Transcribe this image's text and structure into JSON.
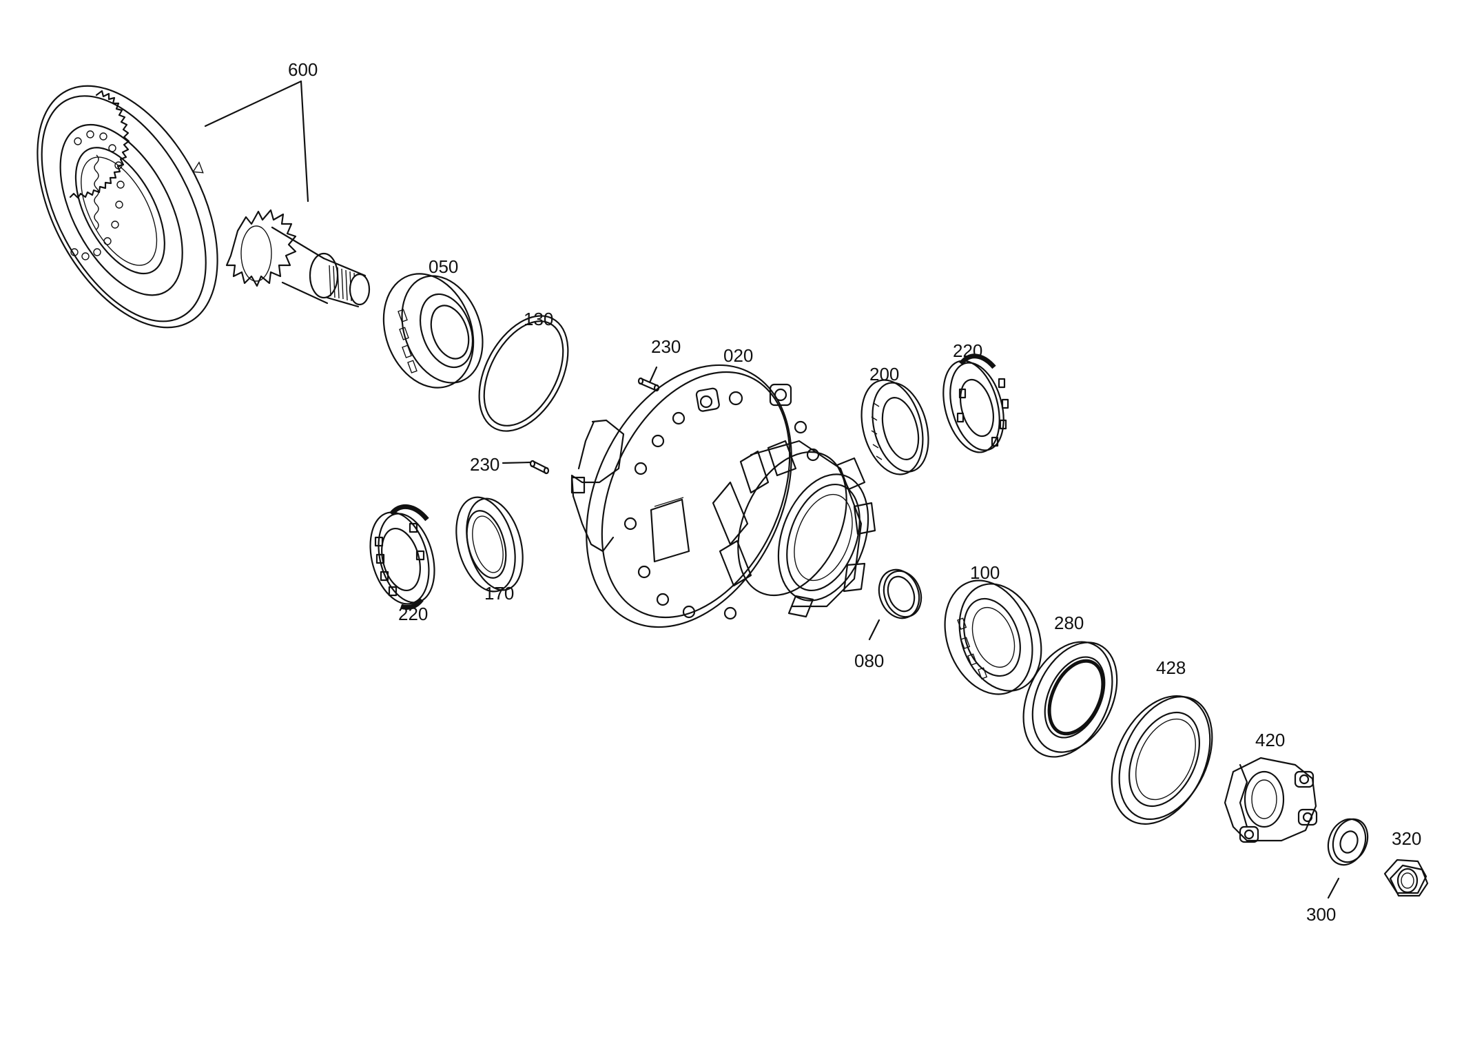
{
  "diagram": {
    "labels": {
      "l600": "600",
      "l050": "050",
      "l130": "130",
      "l230a": "230",
      "l020": "020",
      "l200": "200",
      "l220a": "220",
      "l230b": "230",
      "l220b": "220",
      "l170": "170",
      "l100": "100",
      "l080": "080",
      "l280": "280",
      "l428": "428",
      "l420": "420",
      "l320": "320",
      "l300": "300"
    }
  }
}
